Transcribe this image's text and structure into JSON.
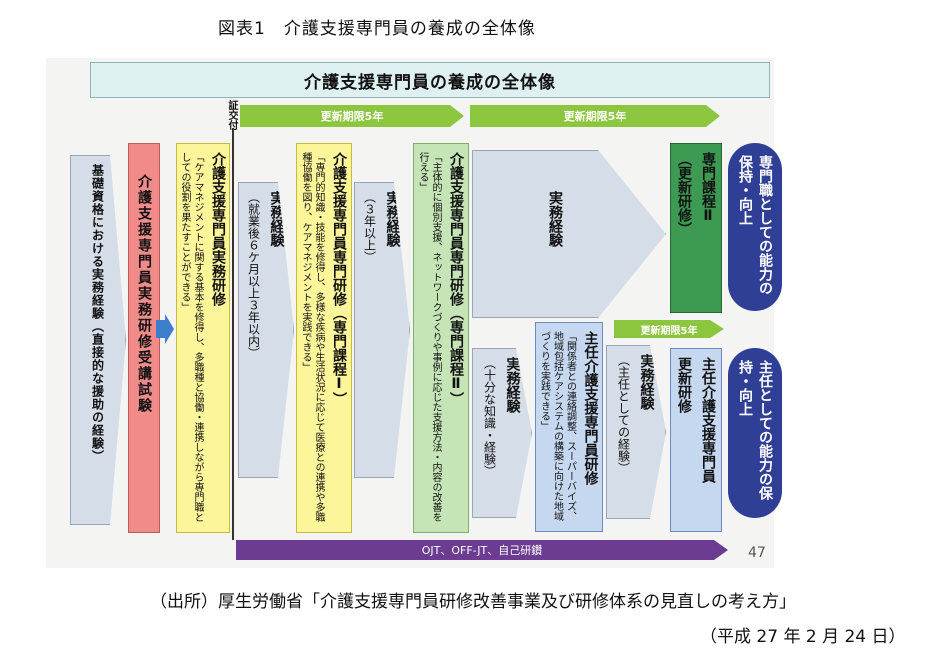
{
  "figure_title": "図表1　介護支援専門員の養成の全体像",
  "banner": "介護支援専門員の養成の全体像",
  "shokofu": "証交付",
  "renewal_1": "更新期限5年",
  "renewal_2": "更新期限5年",
  "renewal_3": "更新期限5年",
  "basic": "基礎資格における実務経験（直接的な援助の経験）",
  "exam": "介護支援専門員実務研修受講試験",
  "practical_training": {
    "title": "介護支援専門員実務研修",
    "desc": "「ケアマネジメントに関する基本を修得し、多職種と協働・連携しながら専門職としての役割を果たすことができる」"
  },
  "experience_1": {
    "title": "実務経験",
    "note": "（就業後６ケ月以上３年以内）"
  },
  "course1": {
    "title": "介護支援専門員専門研修（専門課程Ⅰ）",
    "desc": "「専門的知識・技能を修得し、多様な疾病や生活状況に応じて医療との連携や多職種協働を図り、ケアマネジメントを実践できる」"
  },
  "experience_2": {
    "title": "実務経験",
    "note": "（３年以上）"
  },
  "course2": {
    "title": "介護支援専門員専門研修（専門課程Ⅱ）",
    "desc": "「主体的に個別支援、ネットワークづくりや事例に応じた支援方法・内容の改善を行える」"
  },
  "experience_3": "実務経験",
  "renew_course2": {
    "title": "専門課程Ⅱ",
    "sub": "（更新研修）"
  },
  "result_top": "専門職としての能力の保持・向上",
  "experience_4": {
    "title": "実務経験",
    "note": "（十分な知識・経験）"
  },
  "chief_training": {
    "title": "主任介護支援専門員研修",
    "desc": "「関係者との連絡調整、スーパーバイズ、地域包括ケアシステムの構築に向けた地域づくりを実践できる」"
  },
  "experience_5": {
    "title": "実務経験",
    "note": "（主任としての経験）"
  },
  "chief_renew": {
    "title": "主任介護支援専門員",
    "sub": "更新研修"
  },
  "result_bottom": "主任としての能力の保持・向上",
  "ojt": "OJT、OFF-JT、自己研鑽",
  "page_number": "47",
  "source": "（出所）厚生労働省「介護支援専門員研修改善事業及び研修体系の見直しの考え方」",
  "date": "（平成 27 年 2 月 24 日）"
}
